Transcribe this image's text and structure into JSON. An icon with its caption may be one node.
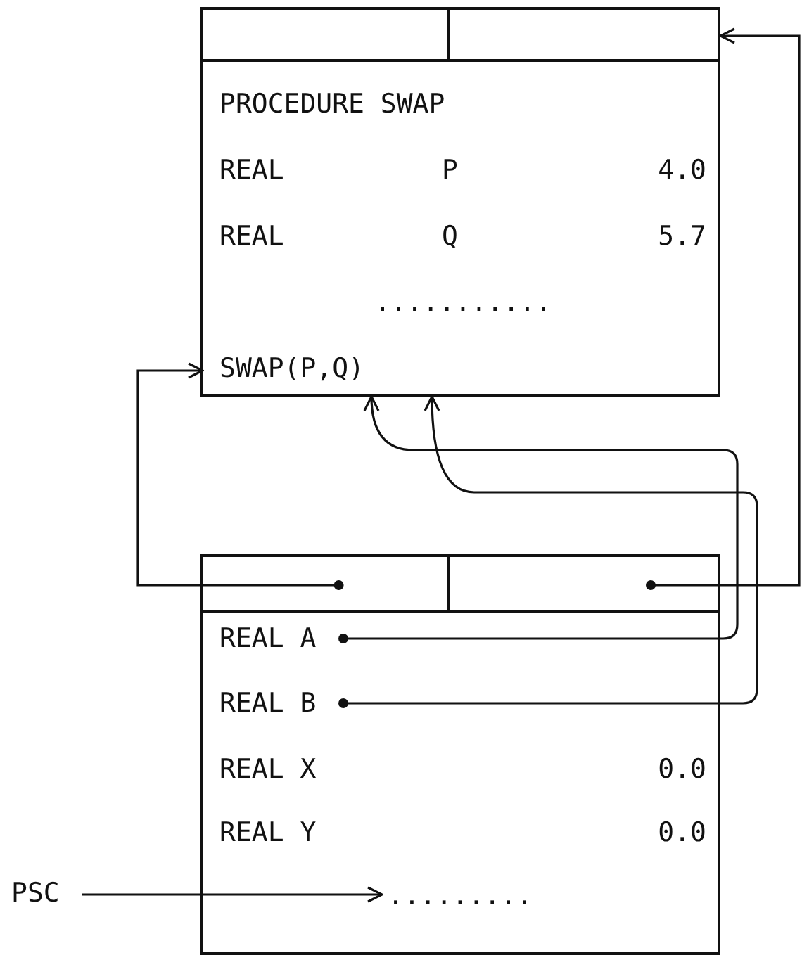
{
  "diagram": {
    "nodes": [
      {
        "text": [],
        "shape": "box"
      },
      {
        "text": [],
        "shape": "box",
        "in": 0
      },
      {
        "text": [],
        "shape": "box",
        "in": 0
      },
      {
        "text": [
          "PROCEDURE SWAP"
        ],
        "in": 0
      },
      {
        "text": [
          "REAL",
          "P",
          "4.0"
        ],
        "in": 0
      },
      {
        "text": [
          "REAL",
          "Q",
          "5.7"
        ],
        "in": 0
      },
      {
        "text": [
          "..........."
        ],
        "in": 0
      },
      {
        "text": [
          "SWAP(P,Q)"
        ],
        "in": 0
      },
      {
        "text": [],
        "shape": "box"
      },
      {
        "text": [],
        "shape": "box",
        "in": 8
      },
      {
        "text": [],
        "shape": "box",
        "in": 8
      },
      {
        "text": [
          "REAL A"
        ],
        "in": 8
      },
      {
        "text": [
          "REAL B"
        ],
        "in": 8
      },
      {
        "text": [
          "REAL X",
          "0.0"
        ],
        "in": 8
      },
      {
        "text": [
          "REAL Y",
          "0.0"
        ],
        "in": 8
      },
      {
        "text": [
          "........."
        ],
        "in": 8
      },
      {
        "text": [
          "PSC"
        ]
      }
    ],
    "edges": [
      {
        "from": 10,
        "to": 2,
        "arrow": "to"
      },
      {
        "from": 9,
        "to": 7,
        "arrow": "to"
      },
      {
        "from": 11,
        "to": 7,
        "arrow": "to"
      },
      {
        "from": 12,
        "to": 7,
        "arrow": "to"
      },
      {
        "from": 16,
        "to": 15,
        "arrow": "to"
      }
    ]
  }
}
